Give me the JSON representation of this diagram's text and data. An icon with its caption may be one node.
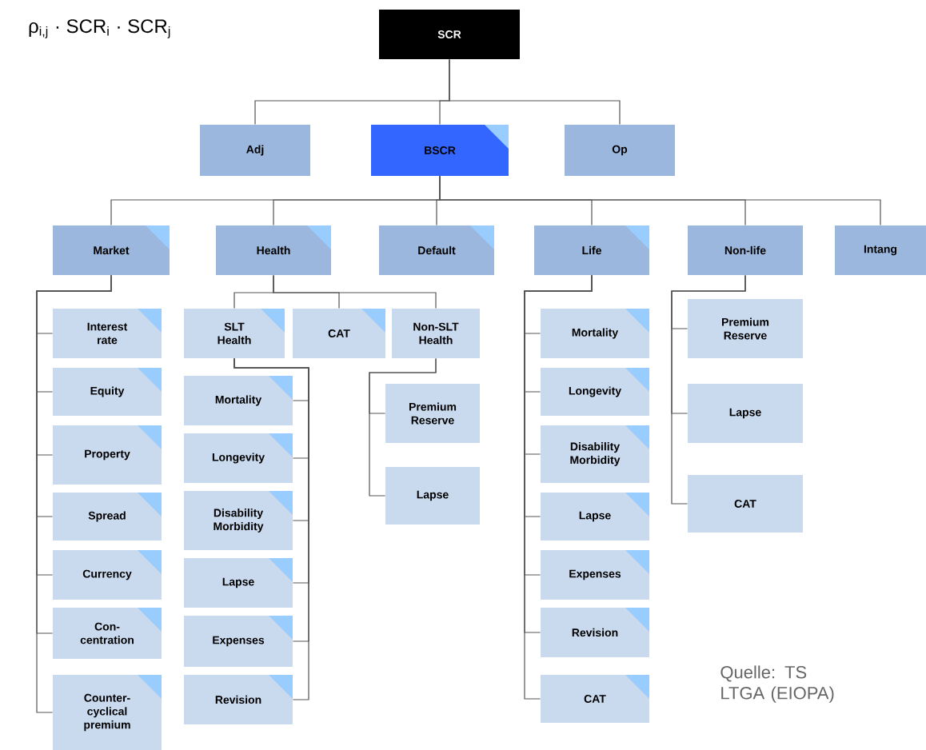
{
  "diagram": {
    "nodes": [
      {
        "text": [
          "SCR"
        ]
      },
      {
        "text": [
          "Adj"
        ]
      },
      {
        "text": [
          "BSCR"
        ]
      },
      {
        "text": [
          "Op"
        ]
      },
      {
        "text": [
          "Market"
        ]
      },
      {
        "text": [
          "Health"
        ]
      },
      {
        "text": [
          "Default"
        ]
      },
      {
        "text": [
          "Life"
        ]
      },
      {
        "text": [
          "Non-life"
        ]
      },
      {
        "text": [
          "Intang"
        ]
      },
      {
        "text": [
          "Interest rate"
        ]
      },
      {
        "text": [
          "Equity"
        ]
      },
      {
        "text": [
          "Property"
        ]
      },
      {
        "text": [
          "Spread"
        ]
      },
      {
        "text": [
          "Currency"
        ]
      },
      {
        "text": [
          "Con- centration"
        ]
      },
      {
        "text": [
          "Counter- cyclical premium"
        ]
      },
      {
        "text": [
          "SLT Health"
        ]
      },
      {
        "text": [
          "CAT"
        ]
      },
      {
        "text": [
          "Non-SLT Health"
        ]
      },
      {
        "text": [
          "Mortality"
        ]
      },
      {
        "text": [
          "Longevity"
        ]
      },
      {
        "text": [
          "Disability Morbidity"
        ]
      },
      {
        "text": [
          "Lapse"
        ]
      },
      {
        "text": [
          "Expenses"
        ]
      },
      {
        "text": [
          "Revision"
        ]
      },
      {
        "text": [
          "Premium Reserve"
        ]
      },
      {
        "text": [
          "Lapse"
        ]
      },
      {
        "text": [
          "Mortality"
        ]
      },
      {
        "text": [
          "Longevity"
        ]
      },
      {
        "text": [
          "Disability Morbidity"
        ]
      },
      {
        "text": [
          "Lapse"
        ]
      },
      {
        "text": [
          "Expenses"
        ]
      },
      {
        "text": [
          "Revision"
        ]
      },
      {
        "text": [
          "CAT"
        ]
      },
      {
        "text": [
          "Premium Reserve"
        ]
      },
      {
        "text": [
          "Lapse"
        ]
      },
      {
        "text": [
          "CAT"
        ]
      }
    ],
    "edges": [
      {
        "from": 0,
        "to": 1,
        "arrow": "none"
      },
      {
        "from": 0,
        "to": 2,
        "arrow": "none"
      },
      {
        "from": 0,
        "to": 3,
        "arrow": "none"
      },
      {
        "from": 2,
        "to": 4,
        "arrow": "none"
      },
      {
        "from": 2,
        "to": 5,
        "arrow": "none"
      },
      {
        "from": 2,
        "to": 6,
        "arrow": "none"
      },
      {
        "from": 2,
        "to": 7,
        "arrow": "none"
      },
      {
        "from": 2,
        "to": 8,
        "arrow": "none"
      },
      {
        "from": 2,
        "to": 9,
        "arrow": "none"
      },
      {
        "from": 4,
        "to": 10,
        "arrow": "none"
      },
      {
        "from": 4,
        "to": 11,
        "arrow": "none"
      },
      {
        "from": 4,
        "to": 12,
        "arrow": "none"
      },
      {
        "from": 4,
        "to": 13,
        "arrow": "none"
      },
      {
        "from": 4,
        "to": 14,
        "arrow": "none"
      },
      {
        "from": 4,
        "to": 15,
        "arrow": "none"
      },
      {
        "from": 4,
        "to": 16,
        "arrow": "none"
      },
      {
        "from": 5,
        "to": 17,
        "arrow": "none"
      },
      {
        "from": 5,
        "to": 18,
        "arrow": "none"
      },
      {
        "from": 5,
        "to": 19,
        "arrow": "none"
      },
      {
        "from": 17,
        "to": 20,
        "arrow": "none"
      },
      {
        "from": 17,
        "to": 21,
        "arrow": "none"
      },
      {
        "from": 17,
        "to": 22,
        "arrow": "none"
      },
      {
        "from": 17,
        "to": 23,
        "arrow": "none"
      },
      {
        "from": 17,
        "to": 24,
        "arrow": "none"
      },
      {
        "from": 17,
        "to": 25,
        "arrow": "none"
      },
      {
        "from": 19,
        "to": 26,
        "arrow": "none"
      },
      {
        "from": 19,
        "to": 27,
        "arrow": "none"
      },
      {
        "from": 7,
        "to": 28,
        "arrow": "none"
      },
      {
        "from": 7,
        "to": 29,
        "arrow": "none"
      },
      {
        "from": 7,
        "to": 30,
        "arrow": "none"
      },
      {
        "from": 7,
        "to": 31,
        "arrow": "none"
      },
      {
        "from": 7,
        "to": 32,
        "arrow": "none"
      },
      {
        "from": 7,
        "to": 33,
        "arrow": "none"
      },
      {
        "from": 7,
        "to": 34,
        "arrow": "none"
      },
      {
        "from": 8,
        "to": 35,
        "arrow": "none"
      },
      {
        "from": 8,
        "to": 36,
        "arrow": "none"
      },
      {
        "from": 8,
        "to": 37,
        "arrow": "none"
      }
    ],
    "labels": [
      "ρ$_{i,j}$ · SCR$_{i}$ · SCR$_{j}$",
      "Quelle: TS LTGA (EIOPA)"
    ]
  }
}
